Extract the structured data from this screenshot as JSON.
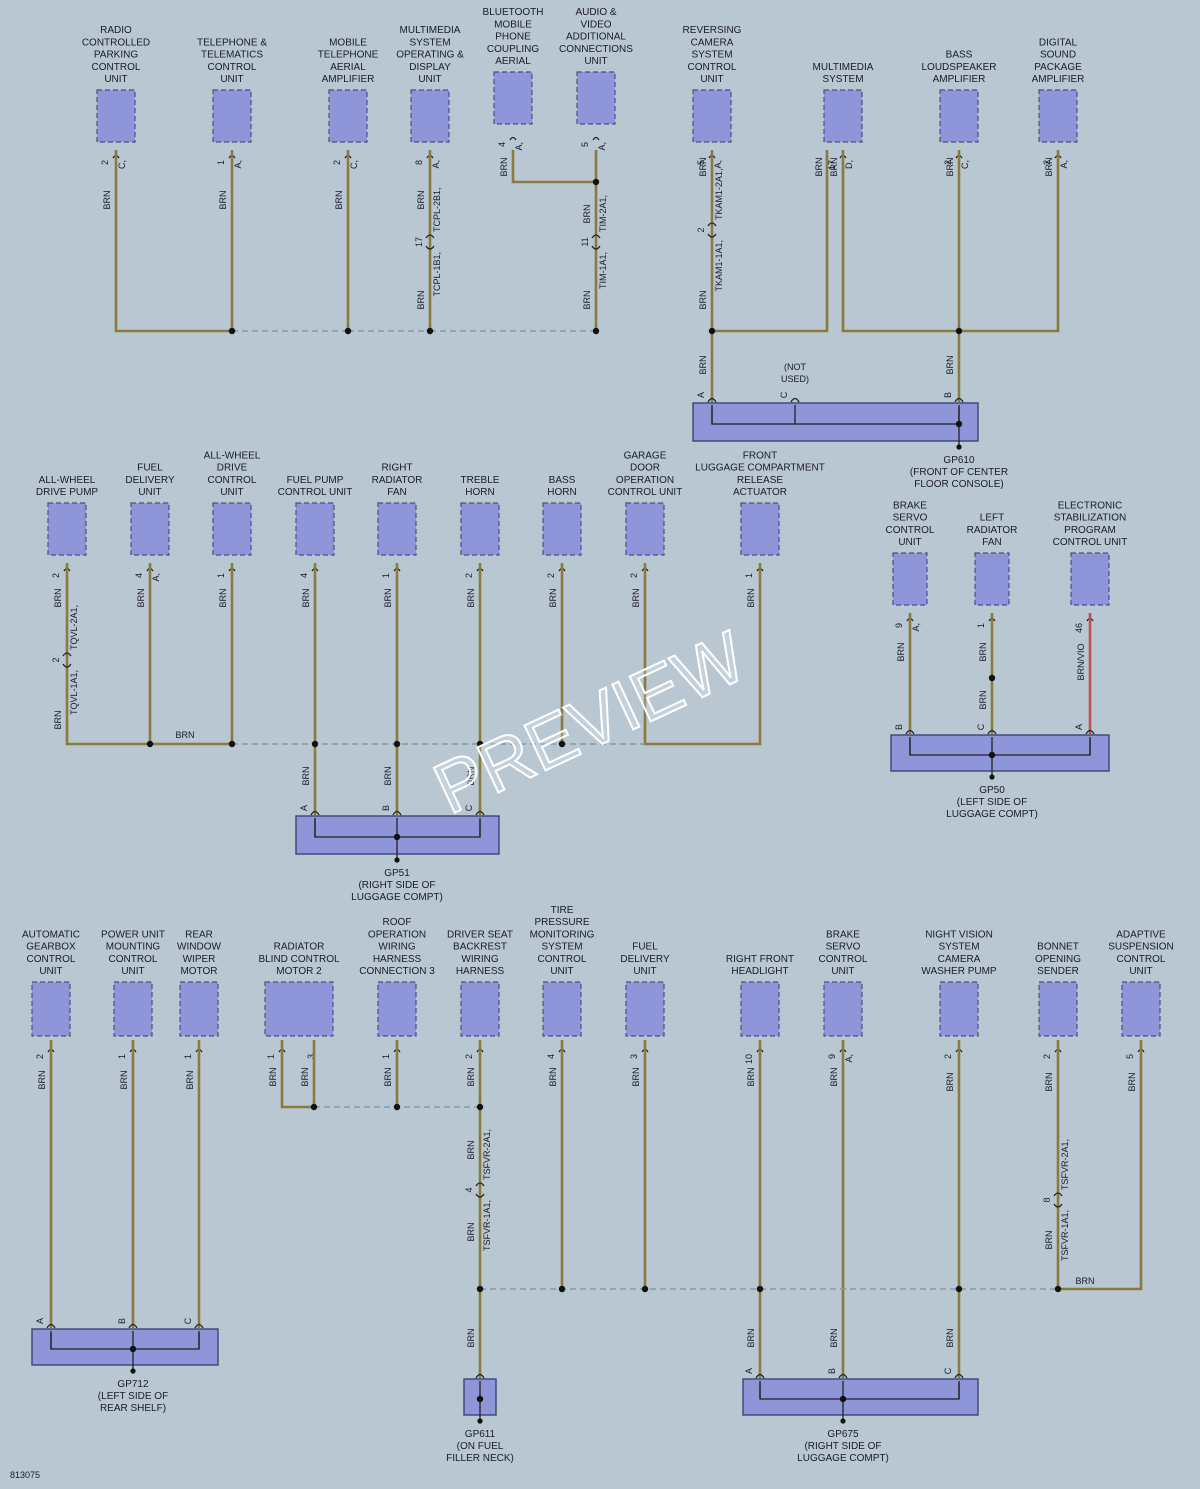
{
  "diagram_id": "813075",
  "watermark": "PREVIEW",
  "wire_color": "BRN",
  "wire_color_alt": "BRN/VIO",
  "not_used": [
    "(NOT",
    "USED)"
  ],
  "components": [
    {
      "id": "c1",
      "lines": [
        "RADIO",
        "CONTROLLED",
        "PARKING",
        "CONTROL",
        "UNIT"
      ],
      "pin": "2",
      "conn": "C,"
    },
    {
      "id": "c2",
      "lines": [
        "TELEPHONE &",
        "TELEMATICS",
        "CONTROL",
        "UNIT"
      ],
      "pin": "1",
      "conn": "A,"
    },
    {
      "id": "c3",
      "lines": [
        "MOBILE",
        "TELEPHONE",
        "AERIAL",
        "AMPLIFIER"
      ],
      "pin": "2",
      "conn": "C,"
    },
    {
      "id": "c4",
      "lines": [
        "MULTIMEDIA",
        "SYSTEM",
        "OPERATING &",
        "DISPLAY",
        "UNIT"
      ],
      "pin": "8",
      "conn": "A,"
    },
    {
      "id": "c5",
      "lines": [
        "BLUETOOTH",
        "MOBILE",
        "PHONE",
        "COUPLING",
        "AERIAL"
      ],
      "pin": "4",
      "conn": "A,"
    },
    {
      "id": "c6",
      "lines": [
        "AUDIO &",
        "VIDEO",
        "ADDITIONAL",
        "CONNECTIONS",
        "UNIT"
      ],
      "pin": "5",
      "conn": "A,"
    },
    {
      "id": "c7",
      "lines": [
        "REVERSING",
        "CAMERA",
        "SYSTEM",
        "CONTROL",
        "UNIT"
      ],
      "pin": "5",
      "conn": "A,"
    },
    {
      "id": "c8",
      "lines": [
        "MULTIMEDIA",
        "SYSTEM"
      ],
      "pin": "17",
      "conn": "D,"
    },
    {
      "id": "c9",
      "lines": [
        "BASS",
        "LOUDSPEAKER",
        "AMPLIFIER"
      ],
      "pin": "2",
      "conn": "C,"
    },
    {
      "id": "c10",
      "lines": [
        "DIGITAL",
        "SOUND",
        "PACKAGE",
        "AMPLIFIER"
      ],
      "pin": "2",
      "conn": "A,"
    },
    {
      "id": "c11",
      "lines": [
        "ALL-WHEEL",
        "DRIVE PUMP"
      ],
      "pin": "2",
      "conn": ""
    },
    {
      "id": "c12",
      "lines": [
        "FUEL",
        "DELIVERY",
        "UNIT"
      ],
      "pin": "4",
      "conn": "A,"
    },
    {
      "id": "c13",
      "lines": [
        "ALL-WHEEL",
        "DRIVE",
        "CONTROL",
        "UNIT"
      ],
      "pin": "1",
      "conn": ""
    },
    {
      "id": "c14",
      "lines": [
        "FUEL PUMP",
        "CONTROL UNIT"
      ],
      "pin": "4",
      "conn": ""
    },
    {
      "id": "c15",
      "lines": [
        "RIGHT",
        "RADIATOR",
        "FAN"
      ],
      "pin": "1",
      "conn": ""
    },
    {
      "id": "c16",
      "lines": [
        "TREBLE",
        "HORN"
      ],
      "pin": "2",
      "conn": ""
    },
    {
      "id": "c17",
      "lines": [
        "BASS",
        "HORN"
      ],
      "pin": "2",
      "conn": ""
    },
    {
      "id": "c18",
      "lines": [
        "GARAGE",
        "DOOR",
        "OPERATION",
        "CONTROL UNIT"
      ],
      "pin": "2",
      "conn": ""
    },
    {
      "id": "c19",
      "lines": [
        "FRONT",
        "LUGGAGE COMPARTMENT",
        "RELEASE",
        "ACTUATOR"
      ],
      "pin": "1",
      "conn": ""
    },
    {
      "id": "c20",
      "lines": [
        "BRAKE",
        "SERVO",
        "CONTROL",
        "UNIT"
      ],
      "pin": "9",
      "conn": "A,"
    },
    {
      "id": "c21",
      "lines": [
        "LEFT",
        "RADIATOR",
        "FAN"
      ],
      "pin": "1",
      "conn": ""
    },
    {
      "id": "c22",
      "lines": [
        "ELECTRONIC",
        "STABILIZATION",
        "PROGRAM",
        "CONTROL UNIT"
      ],
      "pin": "46",
      "conn": ""
    },
    {
      "id": "c23",
      "lines": [
        "AUTOMATIC",
        "GEARBOX",
        "CONTROL",
        "UNIT"
      ],
      "pin": "2",
      "conn": ""
    },
    {
      "id": "c24",
      "lines": [
        "POWER UNIT",
        "MOUNTING",
        "CONTROL",
        "UNIT"
      ],
      "pin": "1",
      "conn": ""
    },
    {
      "id": "c25",
      "lines": [
        "REAR",
        "WINDOW",
        "WIPER",
        "MOTOR"
      ],
      "pin": "1",
      "conn": ""
    },
    {
      "id": "c26",
      "lines": [
        "RADIATOR",
        "BLIND CONTROL",
        "MOTOR 2"
      ],
      "pin": "1",
      "pin2": "3",
      "conn": ""
    },
    {
      "id": "c27",
      "lines": [
        "ROOF",
        "OPERATION",
        "WIRING",
        "HARNESS",
        "CONNECTION 3"
      ],
      "pin": "1",
      "conn": ""
    },
    {
      "id": "c28",
      "lines": [
        "DRIVER SEAT",
        "BACKREST",
        "WIRING",
        "HARNESS"
      ],
      "pin": "2",
      "conn": ""
    },
    {
      "id": "c29",
      "lines": [
        "TIRE",
        "PRESSURE",
        "MONITORING",
        "SYSTEM",
        "CONTROL",
        "UNIT"
      ],
      "pin": "4",
      "conn": ""
    },
    {
      "id": "c30",
      "lines": [
        "FUEL",
        "DELIVERY",
        "UNIT"
      ],
      "pin": "3",
      "conn": ""
    },
    {
      "id": "c31",
      "lines": [
        "RIGHT FRONT",
        "HEADLIGHT"
      ],
      "pin": "10",
      "conn": ""
    },
    {
      "id": "c32",
      "lines": [
        "BRAKE",
        "SERVO",
        "CONTROL",
        "UNIT"
      ],
      "pin": "9",
      "conn": "A,"
    },
    {
      "id": "c33",
      "lines": [
        "NIGHT VISION",
        "SYSTEM",
        "CAMERA",
        "WASHER PUMP"
      ],
      "pin": "2",
      "conn": ""
    },
    {
      "id": "c34",
      "lines": [
        "BONNET",
        "OPENING",
        "SENDER"
      ],
      "pin": "2",
      "conn": ""
    },
    {
      "id": "c35",
      "lines": [
        "ADAPTIVE",
        "SUSPENSION",
        "CONTROL",
        "UNIT"
      ],
      "pin": "5",
      "conn": ""
    }
  ],
  "ground_points": [
    {
      "id": "gp610",
      "lines": [
        "GP610",
        "(FRONT OF CENTER",
        "FLOOR CONSOLE)"
      ],
      "pins": [
        "A",
        "C",
        "B"
      ]
    },
    {
      "id": "gp51",
      "lines": [
        "GP51",
        "(RIGHT SIDE OF",
        "LUGGAGE COMPT)"
      ],
      "pins": [
        "A",
        "B",
        "C"
      ]
    },
    {
      "id": "gp50",
      "lines": [
        "GP50",
        "(LEFT SIDE OF",
        "LUGGAGE COMPT)"
      ],
      "pins": [
        "B",
        "C",
        "A"
      ]
    },
    {
      "id": "gp712",
      "lines": [
        "GP712",
        "(LEFT SIDE OF",
        "REAR SHELF)"
      ],
      "pins": [
        "A",
        "B",
        "C"
      ]
    },
    {
      "id": "gp611",
      "lines": [
        "GP611",
        "(ON FUEL",
        "FILLER NECK)"
      ],
      "pins": []
    },
    {
      "id": "gp675",
      "lines": [
        "GP675",
        "(RIGHT SIDE OF",
        "LUGGAGE COMPT)"
      ],
      "pins": [
        "A",
        "B",
        "C"
      ]
    }
  ],
  "connectors": [
    {
      "id": "tcpl",
      "top": "TCPL-2B1,",
      "pin": "17",
      "bottom": "TCPL-1B1,"
    },
    {
      "id": "tim",
      "top": "TIM-2A1,",
      "pin": "11",
      "bottom": "TIM-1A1,"
    },
    {
      "id": "tkam",
      "top": "TKAM1-2A1,",
      "pin": "2",
      "bottom": "TKAM1-1A1,"
    },
    {
      "id": "tqvl",
      "top": "TQVL-2A1,",
      "pin": "2",
      "bottom": "TQVL-1A1,"
    },
    {
      "id": "tsfvr1",
      "top": "TSFVR-2A1,",
      "pin": "4",
      "bottom": "TSFVR-1A1,"
    },
    {
      "id": "tsfvr2",
      "top": "TSFVR-2A1,",
      "pin": "8",
      "bottom": "TSFVR-1A1,"
    }
  ]
}
